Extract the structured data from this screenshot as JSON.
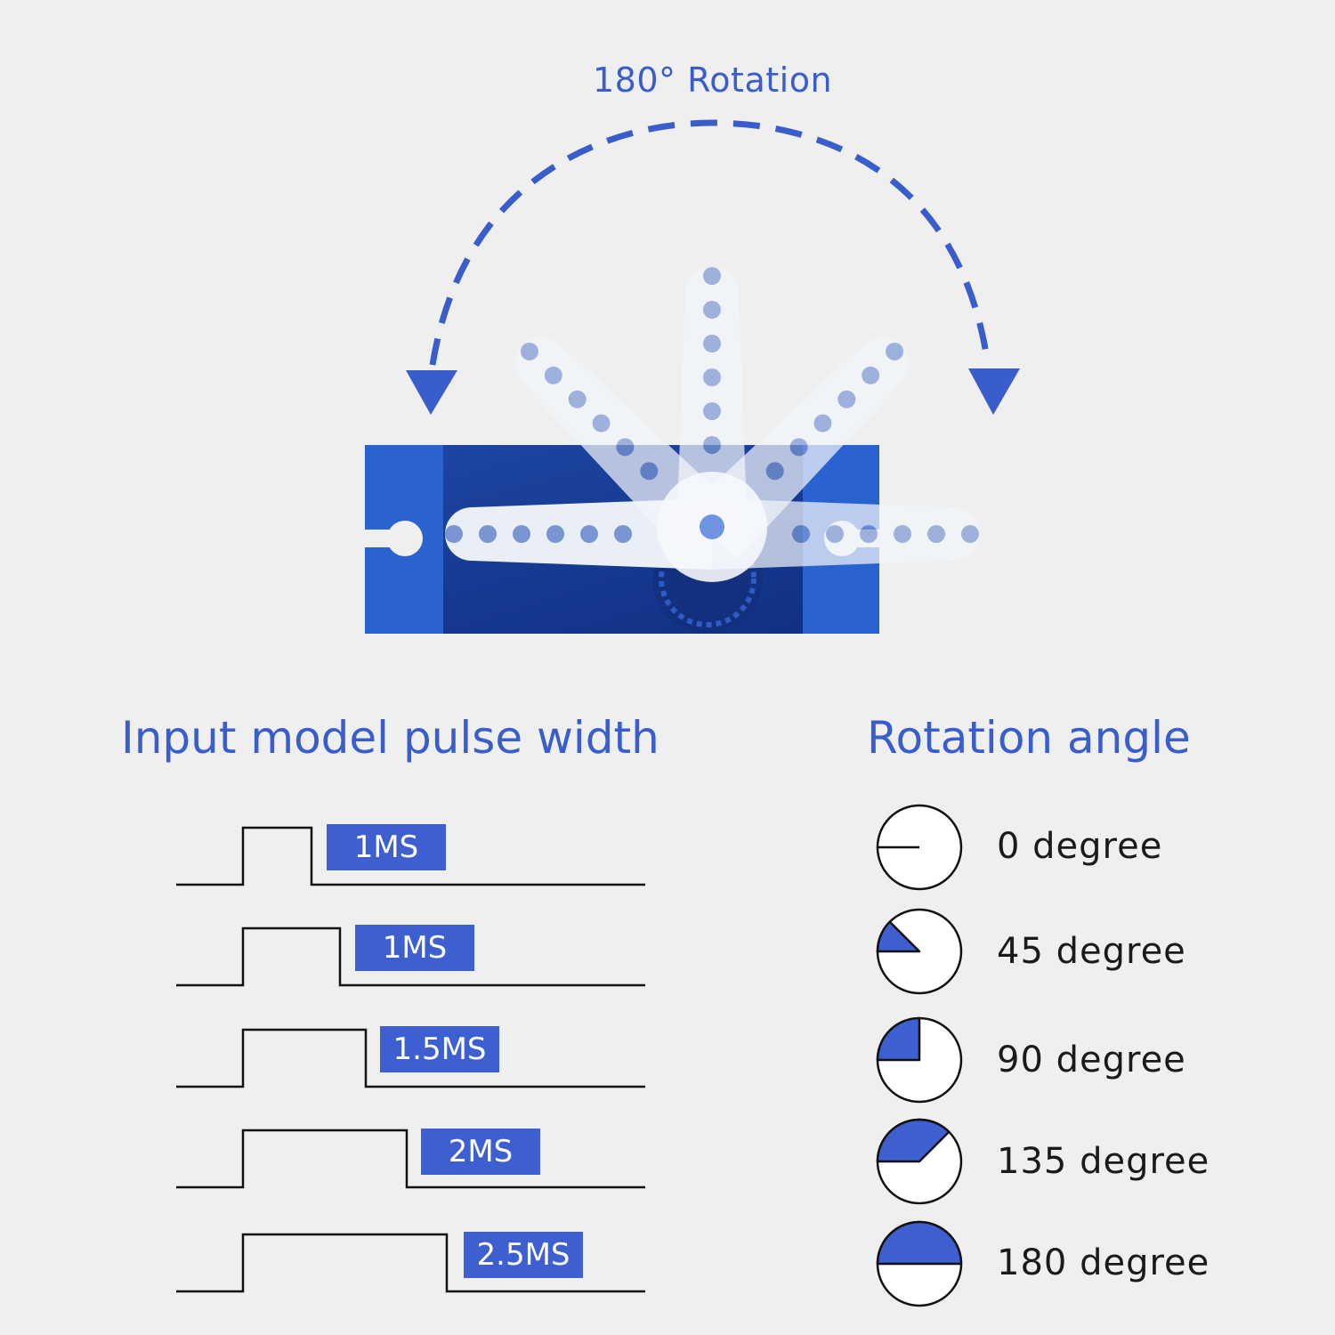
{
  "rotation": {
    "title": "180°  Rotation"
  },
  "pulse": {
    "title": "Input model pulse width",
    "rows": [
      {
        "label": "1MS",
        "width_ms": 1.0
      },
      {
        "label": "1MS",
        "width_ms": 1.0
      },
      {
        "label": "1.5MS",
        "width_ms": 1.5
      },
      {
        "label": "2MS",
        "width_ms": 2.0
      },
      {
        "label": "2.5MS",
        "width_ms": 2.5
      }
    ]
  },
  "angles": {
    "title": "Rotation angle",
    "items": [
      {
        "label": "0 degree",
        "degrees": 0
      },
      {
        "label": "45 degree",
        "degrees": 45
      },
      {
        "label": "90 degree",
        "degrees": 90
      },
      {
        "label": "135 degree",
        "degrees": 135
      },
      {
        "label": "180 degree",
        "degrees": 180
      }
    ]
  },
  "colors": {
    "accent": "#3d5fcf",
    "servo_body": "#1f4fb8",
    "horn": "#f4f7fb",
    "background": "#efefef"
  }
}
